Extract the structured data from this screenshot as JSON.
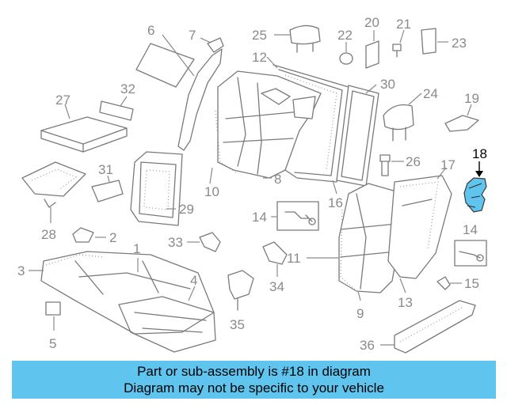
{
  "callouts": {
    "c1": "1",
    "c2": "2",
    "c3": "3",
    "c4": "4",
    "c5": "5",
    "c6": "6",
    "c7": "7",
    "c8": "8",
    "c9": "9",
    "c10": "10",
    "c11": "11",
    "c12": "12",
    "c13": "13",
    "c14a": "14",
    "c14b": "14",
    "c15": "15",
    "c16": "16",
    "c17": "17",
    "c18": "18",
    "c19": "19",
    "c20": "20",
    "c21": "21",
    "c22": "22",
    "c23": "23",
    "c24": "24",
    "c25": "25",
    "c26": "26",
    "c27": "27",
    "c28": "28",
    "c29": "29",
    "c30": "30",
    "c31": "31",
    "c32": "32",
    "c33": "33",
    "c34": "34",
    "c35": "35",
    "c36": "36"
  },
  "highlight_color": "#5fc4ee",
  "banner": {
    "line1": "Part or sub-assembly is #18 in diagram",
    "line2": "Diagram may not be specific to your vehicle"
  }
}
